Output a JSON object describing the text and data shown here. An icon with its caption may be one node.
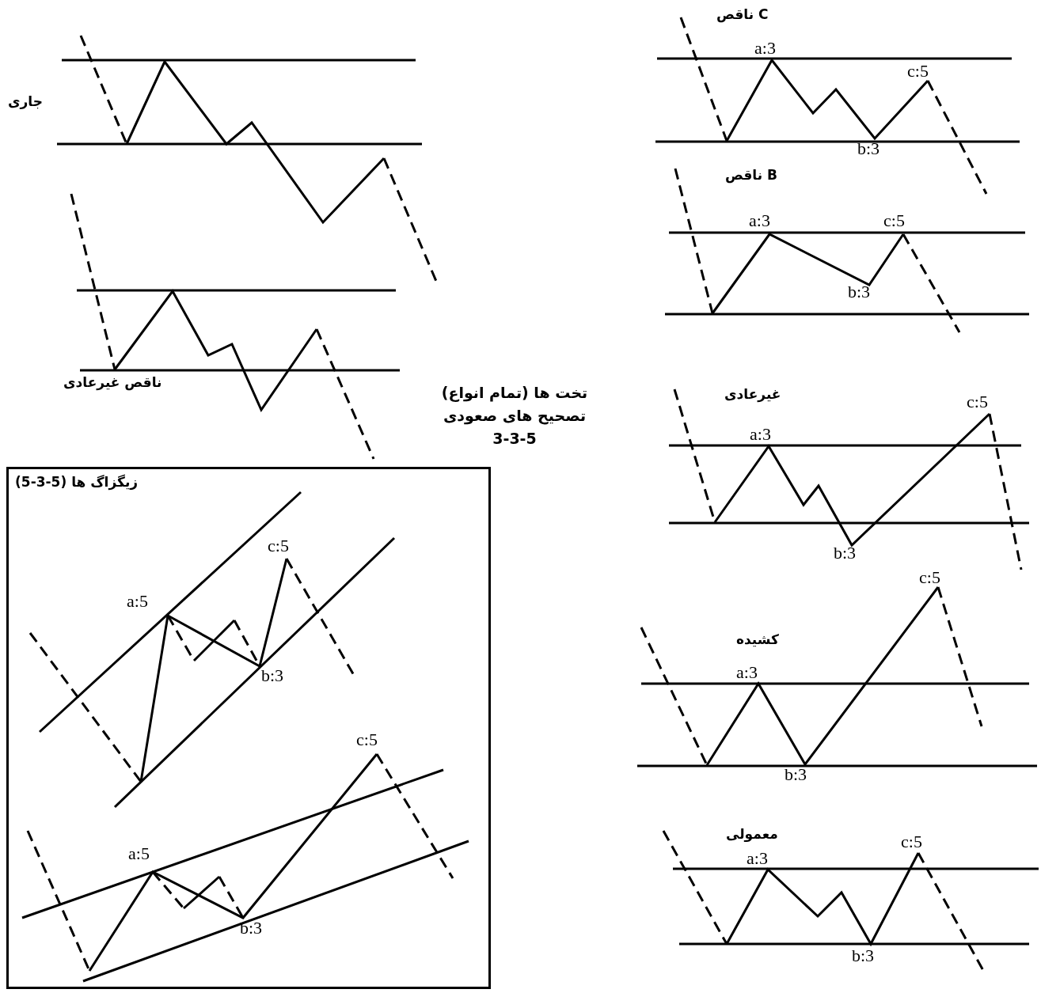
{
  "diagram": {
    "title": "تخت ها (تمام انواع) تصحیح های صعودی 3-3-5",
    "nodes": [
      {
        "text": [
          "زیگزاگ ها (5-3-5)"
        ]
      }
    ],
    "labels": [
      "C ناقص",
      "جاری",
      "a:3",
      "c:5",
      "b:3",
      "B ناقص",
      "a:3",
      "c:5",
      "b:3",
      "ناقص غیرعادی",
      "غیرعادی",
      "c:5",
      "a:3",
      "b:3",
      "c:5",
      "a:5",
      "b:3",
      "کشیده",
      "c:5",
      "a:3",
      "b:3",
      "c:5",
      "a:5",
      "b:3",
      "معمولی",
      "c:5",
      "a:3",
      "b:3"
    ]
  }
}
